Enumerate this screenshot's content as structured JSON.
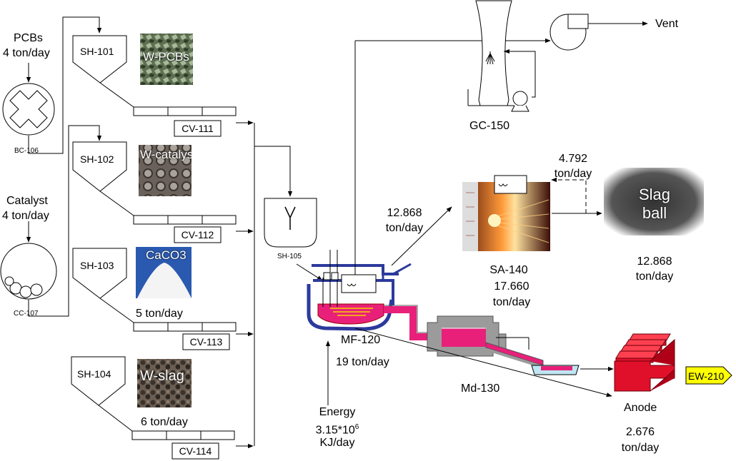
{
  "feeds": {
    "pcbs": {
      "name": "PCBs",
      "rate": "4 ton/day"
    },
    "catalyst": {
      "name": "Catalyst",
      "rate": "4 ton/day"
    }
  },
  "equipment": {
    "bc106": "BC-106",
    "cc107": "CC-107",
    "sh101": "SH-101",
    "sh102": "SH-102",
    "sh103": "SH-103",
    "sh104": "SH-104",
    "sh105": "SH-105",
    "cv111": "CV-111",
    "cv112": "CV-112",
    "cv113": "CV-113",
    "cv114": "CV-114",
    "gc150": "GC-150",
    "mf120": "MF-120",
    "md130": "Md-130",
    "sa140": "SA-140",
    "anode": "Anode",
    "ew210": "EW-210"
  },
  "photos": {
    "wpcbs": "W-PCBs",
    "wcatalyst": "W-catalyst",
    "caco3": "CaCO3",
    "wslag": "W-slag",
    "slag_ball_1": "Slag",
    "slag_ball_2": "ball"
  },
  "streams": {
    "caco3_rate": "5 ton/day",
    "wslag_rate": "6 ton/day",
    "vent": "Vent",
    "mf_rate": "19 ton/day",
    "offgas_value": "12.868",
    "offgas_unit": "ton/day",
    "recycle_value": "4.792",
    "recycle_unit": "ton/day",
    "sa_value": "17.660",
    "sa_unit": "ton/day",
    "slag_value": "12.868",
    "slag_unit": "ton/day",
    "anode_value": "2.676",
    "anode_unit": "ton/day",
    "energy_label": "Energy",
    "energy_base": "3.15*10",
    "energy_exp": "6",
    "energy_unit": "KJ/day"
  },
  "colors": {
    "furnace_blue": "#2c3a9c",
    "melt_pink": "#e8207a",
    "anode_red": "#e0102a",
    "ew_yellow": "#ffff00",
    "mold_blue": "#bfe6f2"
  }
}
